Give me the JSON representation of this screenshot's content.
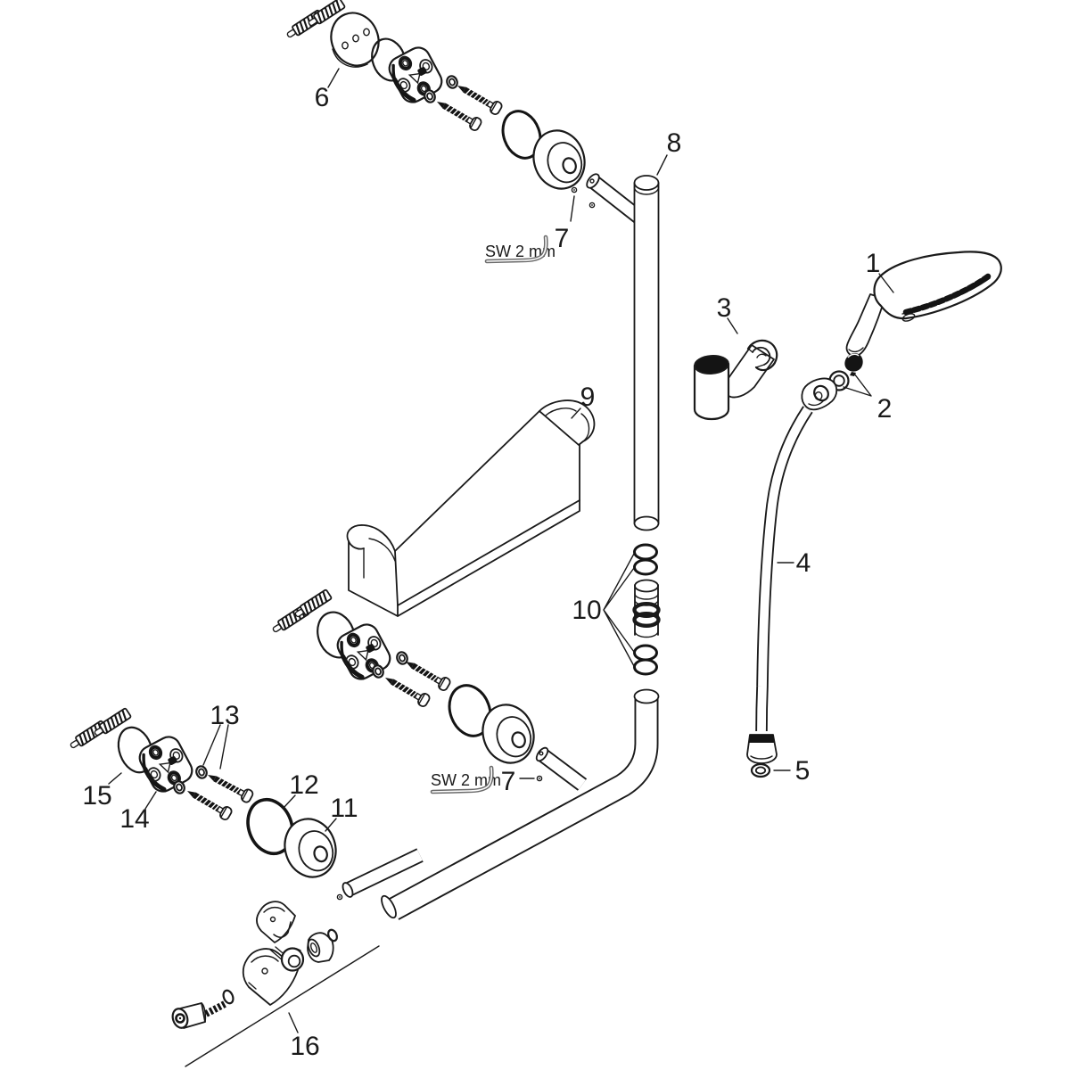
{
  "diagram": {
    "background": "#ffffff",
    "line_color": "#1a1a1a",
    "dark_fill": "#141414",
    "callouts": [
      {
        "id": "1",
        "text": "1"
      },
      {
        "id": "2",
        "text": "2"
      },
      {
        "id": "3",
        "text": "3"
      },
      {
        "id": "4",
        "text": "4"
      },
      {
        "id": "5",
        "text": "5"
      },
      {
        "id": "6",
        "text": "6"
      },
      {
        "id": "7-top",
        "text": "7"
      },
      {
        "id": "7-bottom",
        "text": "7"
      },
      {
        "id": "8",
        "text": "8"
      },
      {
        "id": "9",
        "text": "9"
      },
      {
        "id": "10",
        "text": "10"
      },
      {
        "id": "11",
        "text": "11"
      },
      {
        "id": "12",
        "text": "12"
      },
      {
        "id": "13",
        "text": "13"
      },
      {
        "id": "14",
        "text": "14"
      },
      {
        "id": "15",
        "text": "15"
      },
      {
        "id": "16",
        "text": "16"
      }
    ],
    "tool_hints": [
      {
        "id": "top",
        "text": "SW 2 mm"
      },
      {
        "id": "bottom",
        "text": "SW 2 mm"
      }
    ]
  }
}
